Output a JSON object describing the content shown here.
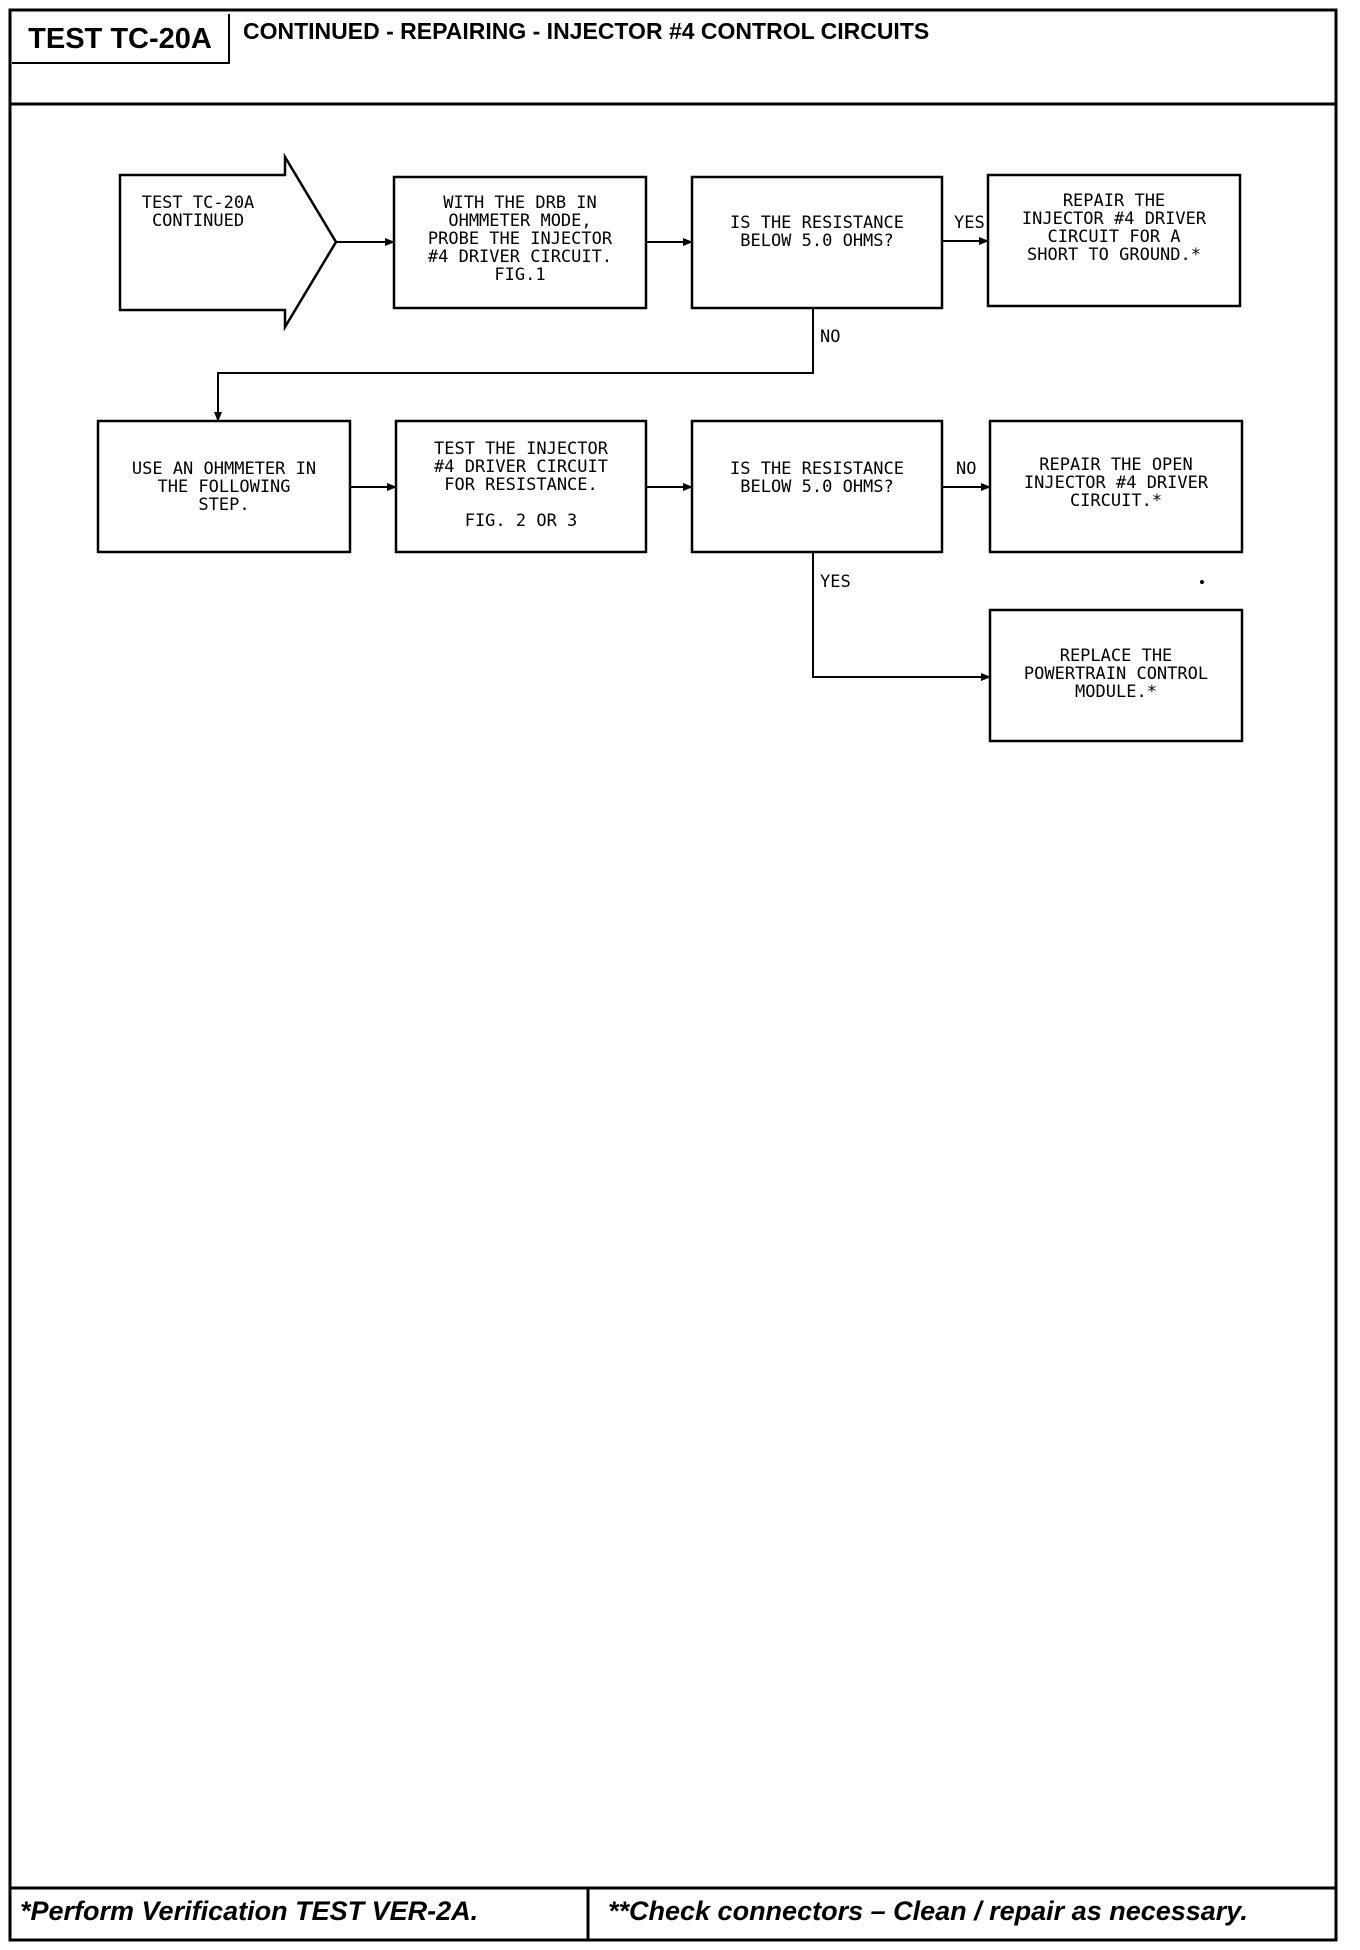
{
  "header": {
    "test_id": "TEST TC-20A",
    "title": "CONTINUED - REPAIRING - INJECTOR #4 CONTROL CIRCUITS"
  },
  "flowchart": {
    "start": [
      "TEST TC-20A",
      "CONTINUED"
    ],
    "step_probe": [
      "WITH THE DRB IN",
      "OHMMETER MODE,",
      "PROBE THE INJECTOR",
      "#4 DRIVER CIRCUIT.",
      "FIG.1"
    ],
    "question_1": [
      "IS THE RESISTANCE",
      "BELOW 5.0 OHMS?"
    ],
    "result_short": [
      "REPAIR THE",
      "INJECTOR #4 DRIVER",
      "CIRCUIT FOR A",
      "SHORT TO GROUND.*"
    ],
    "step_ohmmeter": [
      "USE AN OHMMETER IN",
      "THE FOLLOWING",
      "STEP."
    ],
    "step_test": [
      "TEST THE INJECTOR",
      "#4 DRIVER CIRCUIT",
      "FOR RESISTANCE.",
      "",
      "FIG. 2 OR 3"
    ],
    "question_2": [
      "IS THE RESISTANCE",
      "BELOW 5.0 OHMS?"
    ],
    "result_open": [
      "REPAIR THE OPEN",
      "INJECTOR #4 DRIVER",
      "CIRCUIT.*"
    ],
    "result_replace": [
      "REPLACE THE",
      "POWERTRAIN CONTROL",
      "MODULE.*"
    ],
    "labels": {
      "q1_yes": "YES",
      "q1_no": "NO",
      "q2_no": "NO",
      "q2_yes": "YES"
    }
  },
  "footer": {
    "left": "*Perform Verification TEST VER-2A.",
    "right": "**Check connectors – Clean / repair as necessary."
  }
}
